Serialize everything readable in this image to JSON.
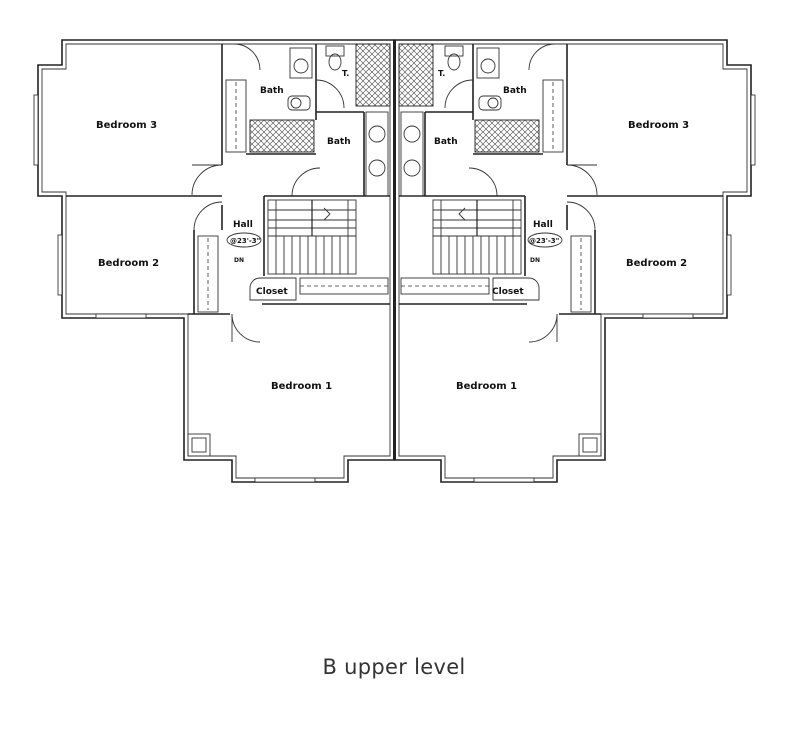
{
  "caption": "B upper level",
  "plan": {
    "units": [
      {
        "side": "left",
        "rooms": {
          "bedroom3": "Bedroom 3",
          "bedroom2": "Bedroom 2",
          "bedroom1": "Bedroom 1",
          "bath_upper": "Bath",
          "bath_lower": "Bath",
          "hall": "Hall",
          "closet": "Closet",
          "tub_mark": "T.",
          "down_mark": "DN",
          "ceiling_tag": "@23'-3\""
        }
      },
      {
        "side": "right",
        "rooms": {
          "bedroom3": "Bedroom 3",
          "bedroom2": "Bedroom 2",
          "bedroom1": "Bedroom 1",
          "bath_upper": "Bath",
          "bath_lower": "Bath",
          "hall": "Hall",
          "closet": "Closet",
          "tub_mark": "T.",
          "down_mark": "DN",
          "ceiling_tag": "@23'-3\""
        }
      }
    ]
  }
}
